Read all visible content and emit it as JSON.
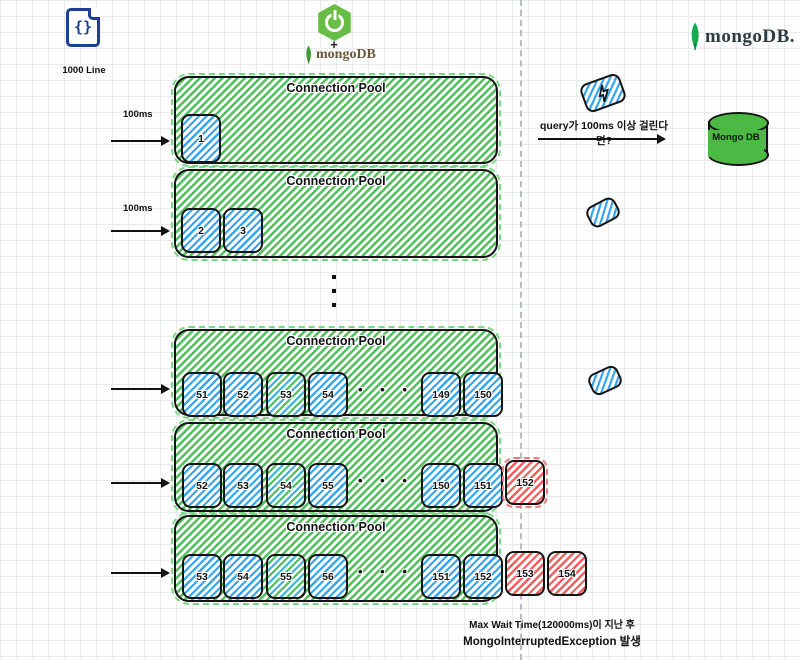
{
  "colors": {
    "pool_green": "#50c15b",
    "conn_blue": "#35a6ef",
    "conn_teal": "#35b5e0",
    "overflow_red": "#f1605f",
    "spring_green": "#68bd45",
    "mongo_leaf_green": "#13aa52",
    "db_cylinder_green": "#4cb944",
    "navy": "#1c3f94"
  },
  "code_file": {
    "glyph": "{}",
    "label": "1000 Line"
  },
  "stack_logo": {
    "plus": "+",
    "wordmark": "mongoDB"
  },
  "mongodb_logo": {
    "wordmark": "mongoDB."
  },
  "query": {
    "question": "query가 100ms 이상 걸린다면?",
    "db_label": "Mongo DB"
  },
  "rate_labels": [
    "100ms",
    "100ms"
  ],
  "pools": [
    {
      "title": "Connection Pool",
      "boxes": [
        "1"
      ]
    },
    {
      "title": "Connection Pool",
      "boxes": [
        "2",
        "3"
      ]
    },
    {
      "title": "Connection Pool",
      "boxes": [
        "51",
        "52",
        "53",
        "54"
      ],
      "ellipsis": "• • • •",
      "tail": [
        "149",
        "150"
      ]
    },
    {
      "title": "Connection Pool",
      "boxes": [
        "52",
        "53",
        "54",
        "55"
      ],
      "ellipsis": "• • • •",
      "tail": [
        "150",
        "151"
      ],
      "overflow": [
        "152"
      ]
    },
    {
      "title": "Connection Pool",
      "boxes": [
        "53",
        "54",
        "55",
        "56"
      ],
      "ellipsis": "• • • •",
      "tail": [
        "151",
        "152"
      ],
      "overflow": [
        "153",
        "154"
      ]
    }
  ],
  "footer": {
    "line1": "Max Wait Time(120000ms)이 지난 후",
    "line2": "MongoInterruptedException  발생"
  }
}
